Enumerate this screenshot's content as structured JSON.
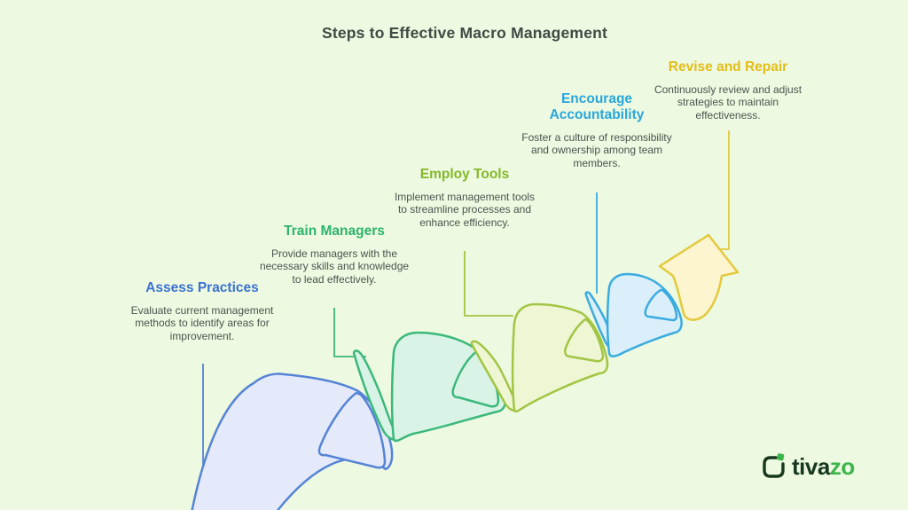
{
  "title": "Steps to Effective Macro Management",
  "background_color": "#edf9e0",
  "steps": [
    {
      "label": "Assess Practices",
      "description": "Evaluate current management methods to identify areas for improvement.",
      "color": "#3b72d0",
      "fill": "#e4eafa",
      "stroke": "#5583d6"
    },
    {
      "label": "Train Managers",
      "description": "Provide managers with the necessary skills and knowledge to lead effectively.",
      "color": "#2cb36b",
      "fill": "#d9f4e6",
      "stroke": "#3bb87b"
    },
    {
      "label": "Employ Tools",
      "description": "Implement management tools to streamline processes and enhance efficiency.",
      "color": "#85b82a",
      "fill": "#eef6d4",
      "stroke": "#a2c544"
    },
    {
      "label": "Encourage Accountability",
      "description": "Foster a culture of responsibility and ownership among team members.",
      "color": "#29a7dc",
      "fill": "#dbeffb",
      "stroke": "#3aabdf"
    },
    {
      "label": "Revise and Repair",
      "description": "Continuously review and adjust strategies to maintain effectiveness.",
      "color": "#e2bd1b",
      "fill": "#fdf4d0",
      "stroke": "#e3c93e"
    }
  ],
  "logo": {
    "text_primary": "tiva",
    "text_accent": "zo",
    "dark_color": "#16381f",
    "accent_color": "#3cb54a"
  }
}
